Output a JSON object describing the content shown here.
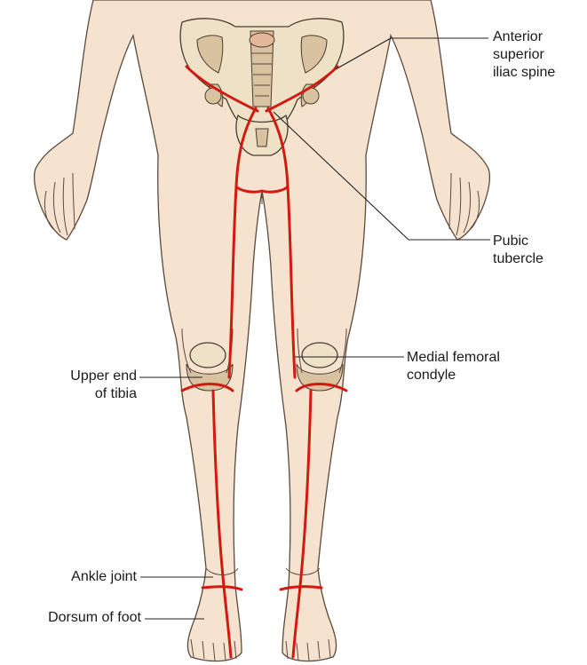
{
  "labels": {
    "asis": [
      "Anterior",
      "superior",
      "iliac spine"
    ],
    "pubic": [
      "Pubic",
      "tubercle"
    ],
    "medial": [
      "Medial femoral",
      "condyle"
    ],
    "tibia": [
      "Upper end",
      "of tibia"
    ],
    "ankle": "Ankle joint",
    "dorsum": "Dorsum of foot"
  },
  "colors": {
    "skin": "#f6e3cf",
    "bone": "#efe1c6",
    "line": "#d11a10"
  }
}
